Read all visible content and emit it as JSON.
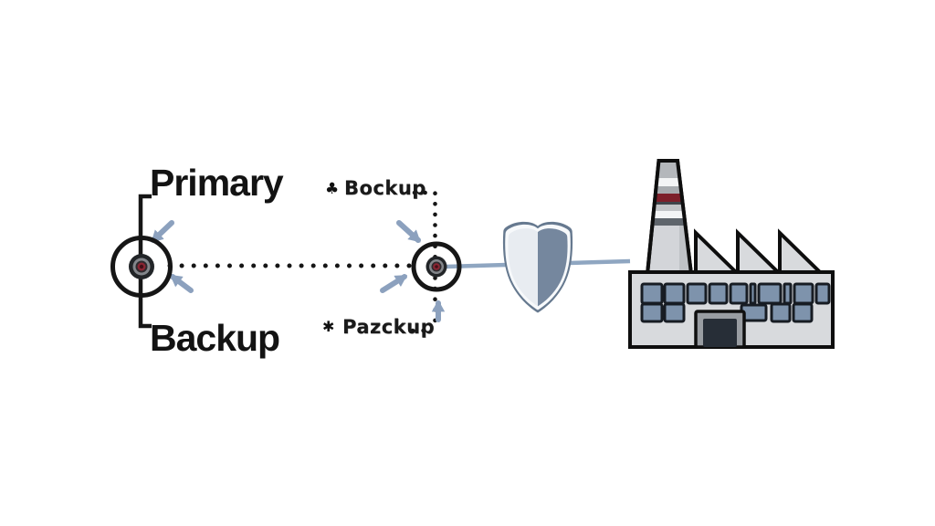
{
  "labels": {
    "primary": "Primary",
    "backup": "Backup",
    "middle_top_marker": "♣",
    "middle_top": "Bockup",
    "middle_bottom_marker": "✱",
    "middle_bottom": "Pazckup"
  },
  "icons": {
    "primary_node": "target-node-icon",
    "secondary_node": "target-node-icon",
    "shield": "shield-icon",
    "factory": "factory-icon",
    "arrows": "pointer-arrow-icon"
  },
  "colors": {
    "ink": "#161616",
    "arrow_blue": "#8CA1BE",
    "line_blue": "#8FA6C1",
    "shield_border": "#66798F",
    "shield_light": "#E8ECF1",
    "shield_dark": "#75879E",
    "factory_fill": "#D8DADD",
    "window_fill": "#7E93AC",
    "chimney_red": "#7D1F2A",
    "node_red": "#8B2533"
  }
}
